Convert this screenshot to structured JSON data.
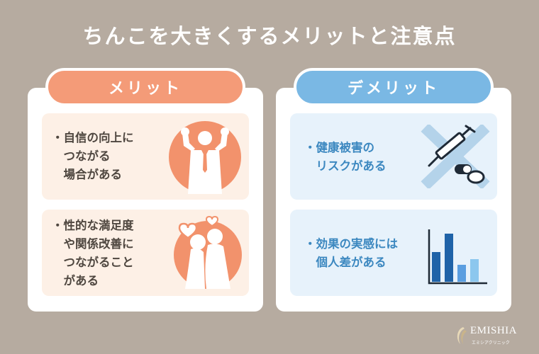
{
  "title": "ちんこを大きくするメリットと注意点",
  "merit": {
    "label": "メリット",
    "items": [
      {
        "text": "・自信の向上に\n　つながる\n　場合がある",
        "icon": "confident-man-icon"
      },
      {
        "text": "・性的な満足度\n　や関係改善に\n　つながること\n　がある",
        "icon": "couple-hearts-icon"
      }
    ]
  },
  "demerit": {
    "label": "デメリット",
    "items": [
      {
        "text": "・健康被害の\n　リスクがある",
        "icon": "crossed-medicine-icon"
      },
      {
        "text": "・効果の実感には\n　個人差がある",
        "icon": "bar-graph-icon"
      }
    ]
  },
  "brand": {
    "name": "EMISHIA",
    "sub": "エミシアクリニック"
  },
  "colors": {
    "background": "#b6aba0",
    "merit_accent": "#f49b78",
    "demerit_accent": "#7ab8e4",
    "merit_card": "#fdf0e6",
    "demerit_card": "#e7f2fb",
    "graph_dark": "#1f63a8",
    "graph_light": "#8cc7ee"
  }
}
